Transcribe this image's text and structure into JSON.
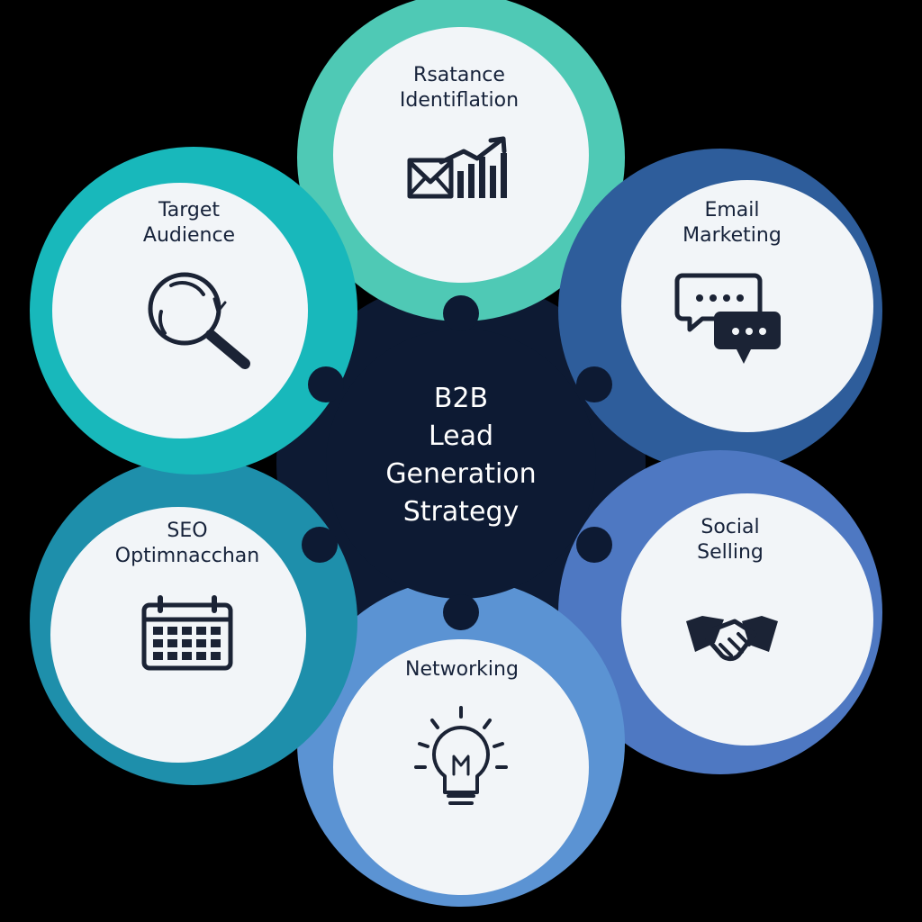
{
  "center": {
    "lines": [
      "B2B",
      "Lead",
      "Generation",
      "Strategy"
    ],
    "color": "#0d1a33"
  },
  "nodes": [
    {
      "id": "top",
      "lines": [
        "Rsatance",
        "Identiflation"
      ],
      "icon": "envelope-growth-chart-icon",
      "ring_color": "#4fc9b5"
    },
    {
      "id": "top-right",
      "lines": [
        "Email",
        "Marketing"
      ],
      "icon": "chat-bubbles-icon",
      "ring_color": "#2e5d9b"
    },
    {
      "id": "bottom-right",
      "lines": [
        "Social",
        "Selling"
      ],
      "icon": "handshake-icon",
      "ring_color": "#4e78c2"
    },
    {
      "id": "bottom",
      "lines": [
        "Networking"
      ],
      "icon": "lightbulb-icon",
      "ring_color": "#5b93d3"
    },
    {
      "id": "bottom-left",
      "lines": [
        "SEO",
        "Optimnacchan"
      ],
      "icon": "calendar-icon",
      "ring_color": "#1e8fab"
    },
    {
      "id": "top-left",
      "lines": [
        "Target",
        "Audience"
      ],
      "icon": "magnifier-icon",
      "ring_color": "#18b8bb"
    }
  ],
  "connector_color": "#0d1a33",
  "inner_color": "#f2f5f8"
}
